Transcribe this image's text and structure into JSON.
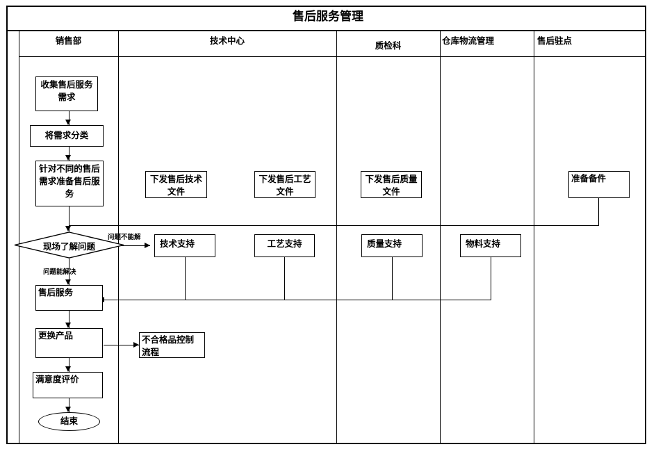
{
  "diagram": {
    "type": "cross-functional-flowchart",
    "title": "售后服务管理",
    "colors": {
      "line": "#000000",
      "fill": "#ffffff",
      "text": "#000000"
    },
    "lanes": [
      {
        "id": "lane-narrow",
        "label": ""
      },
      {
        "id": "lane-sales",
        "label": "销售部"
      },
      {
        "id": "lane-tech",
        "label": "技术中心"
      },
      {
        "id": "lane-qc",
        "label": "质检科"
      },
      {
        "id": "lane-warehouse",
        "label": "仓库物流管理"
      },
      {
        "id": "lane-station",
        "label": "售后驻点"
      }
    ],
    "nodes": [
      {
        "id": "n-collect",
        "lane": "lane-sales",
        "shape": "process",
        "label": "收集售后服务需求"
      },
      {
        "id": "n-classify",
        "lane": "lane-sales",
        "shape": "process",
        "label": "将需求分类"
      },
      {
        "id": "n-prepare",
        "lane": "lane-sales",
        "shape": "process",
        "label": "针对不同的售后需求准备售后服务"
      },
      {
        "id": "n-decision",
        "lane": "lane-sales",
        "shape": "decision",
        "label": "现场了解问题"
      },
      {
        "id": "n-service",
        "lane": "lane-sales",
        "shape": "process",
        "label": "售后服务"
      },
      {
        "id": "n-replace",
        "lane": "lane-sales",
        "shape": "process",
        "label": "更换产品"
      },
      {
        "id": "n-satisfy",
        "lane": "lane-sales",
        "shape": "process",
        "label": "满意度评价"
      },
      {
        "id": "n-end",
        "lane": "lane-sales",
        "shape": "terminator",
        "label": "结束"
      },
      {
        "id": "n-techdoc",
        "lane": "lane-tech",
        "shape": "process",
        "label": "下发售后技术文件"
      },
      {
        "id": "n-procdoc",
        "lane": "lane-tech",
        "shape": "process",
        "label": "下发售后工艺文件"
      },
      {
        "id": "n-qualdoc",
        "lane": "lane-qc",
        "shape": "process",
        "label": "下发售后质量文件"
      },
      {
        "id": "n-spare",
        "lane": "lane-station",
        "shape": "process",
        "label": "准备备件"
      },
      {
        "id": "n-techsup",
        "lane": "lane-tech",
        "shape": "process",
        "label": "技术支持"
      },
      {
        "id": "n-procsup",
        "lane": "lane-tech",
        "shape": "process",
        "label": "工艺支持"
      },
      {
        "id": "n-qualsup",
        "lane": "lane-qc",
        "shape": "process",
        "label": "质量支持"
      },
      {
        "id": "n-matsup",
        "lane": "lane-warehouse",
        "shape": "process",
        "label": "物料支持"
      },
      {
        "id": "n-ncprocess",
        "lane": "lane-tech",
        "shape": "process",
        "label": "不合格品控制流程"
      }
    ],
    "edge_labels": {
      "cannot_solve": "问题不能解",
      "can_solve": "问题能解决"
    }
  }
}
